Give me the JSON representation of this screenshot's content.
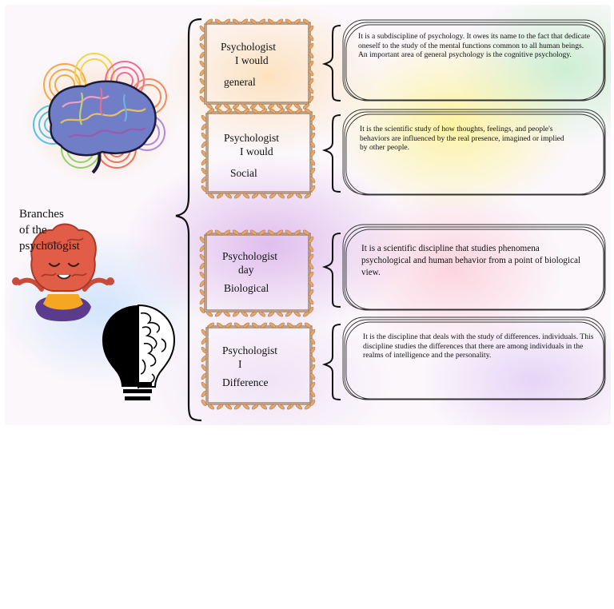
{
  "title": {
    "line1": "Branches",
    "line2": "of the",
    "line3": "psychologist"
  },
  "branches": [
    {
      "line1": "Psychologist",
      "line2": "I would",
      "line3": "general",
      "description": "It is a subdiscipline of psychology. It owes its name to the fact that dedicate oneself to the study of the mental functions common to all human beings. An important area of general psychology is the cognitive psychology."
    },
    {
      "line1": "Psychologist",
      "line2": "I would",
      "line3": "Social",
      "description": "It is the scientific study of how thoughts, feelings, and people's behaviors are influenced by the real presence, imagined or implied by other people."
    },
    {
      "line1": "Psychologist",
      "line2": "day",
      "line3": "Biological",
      "description": "It is a scientific discipline that studies phenomena psychological and human behavior from a point of biological view."
    },
    {
      "line1": "Psychologist",
      "line2": "I",
      "line3": "Difference",
      "description": "It is the discipline that deals with the study of differences. individuals. This discipline studies the differences that there are among individuals in the realms of intelligence and the personality."
    }
  ],
  "icons": [
    "brain-icon",
    "meditating-brain-icon",
    "lightbulb-brain-icon"
  ],
  "colors": {
    "frame_vine": "#a08060",
    "frame_leaf": "#e2a86a",
    "ink": "#111111"
  }
}
